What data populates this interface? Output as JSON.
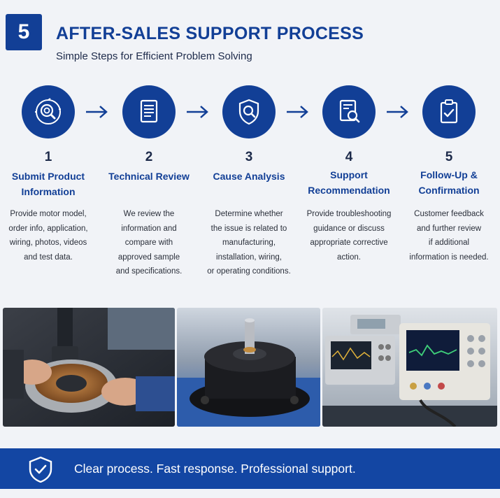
{
  "header": {
    "badge": "5",
    "title": "AFTER-SALES SUPPORT PROCESS",
    "subtitle": "Simple Steps for Efficient Problem Solving"
  },
  "steps": [
    {
      "number": "1",
      "title_lines": [
        "Submit Product",
        "Information"
      ],
      "desc_lines": [
        "Provide motor model,",
        "order info, application,",
        "wiring, photos, videos",
        "and test data."
      ],
      "icon": "gear-search-icon"
    },
    {
      "number": "2",
      "title_lines": [
        "Technical Review"
      ],
      "desc_lines": [
        "We review the",
        "information and",
        "compare with",
        "approved sample",
        "and specifications."
      ],
      "icon": "document-icon"
    },
    {
      "number": "3",
      "title_lines": [
        "Cause Analysis"
      ],
      "desc_lines": [
        "Determine whether",
        "the issue is related to",
        "manufacturing,",
        "installation, wiring,",
        "or operating conditions."
      ],
      "icon": "shield-magnifier-icon"
    },
    {
      "number": "4",
      "title_lines": [
        "Support",
        "Recommendation"
      ],
      "desc_lines": [
        "Provide troubleshooting",
        "guidance or discuss",
        "appropriate corrective",
        "action."
      ],
      "icon": "report-magnifier-icon"
    },
    {
      "number": "5",
      "title_lines": [
        "Follow-Up &",
        "Confirmation"
      ],
      "desc_lines": [
        "Customer feedback",
        "and further review",
        "if additional",
        "information is needed."
      ],
      "icon": "clipboard-check-icon"
    }
  ],
  "photos": [
    {
      "subject": "technician-inspecting-motor-stator"
    },
    {
      "subject": "black-motor-with-shaft"
    },
    {
      "subject": "oscilloscope-test-equipment"
    }
  ],
  "footer": {
    "text": "Clear process. Fast response. Professional support.",
    "icon": "shield-check-icon"
  },
  "colors": {
    "primary": "#123f96",
    "footer_bg": "#1346a3",
    "background": "#f1f3f7"
  }
}
